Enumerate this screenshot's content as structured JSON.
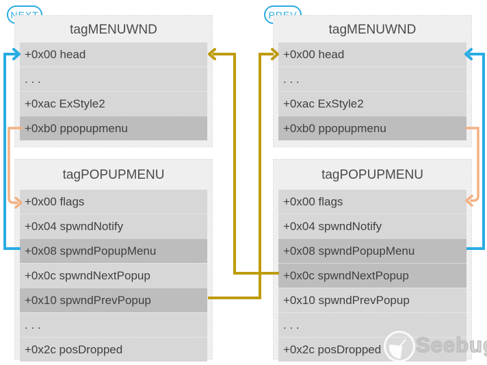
{
  "badges": {
    "next": "NEXT",
    "prev": "PREV"
  },
  "columns": {
    "next": {
      "menuwnd": {
        "title": "tagMENUWND",
        "rows": [
          {
            "text": "+0x00 head",
            "highlighted": false
          },
          {
            "text": ". . .",
            "highlighted": false
          },
          {
            "text": "+0xac ExStyle2",
            "highlighted": false
          },
          {
            "text": "+0xb0 ppopupmenu",
            "highlighted": true
          }
        ]
      },
      "popupmenu": {
        "title": "tagPOPUPMENU",
        "rows": [
          {
            "text": "+0x00 flags",
            "highlighted": false
          },
          {
            "text": "+0x04 spwndNotify",
            "highlighted": false
          },
          {
            "text": "+0x08 spwndPopupMenu",
            "highlighted": true
          },
          {
            "text": "+0x0c spwndNextPopup",
            "highlighted": false
          },
          {
            "text": "+0x10 spwndPrevPopup",
            "highlighted": true
          },
          {
            "text": ". . .",
            "highlighted": false
          },
          {
            "text": "+0x2c posDropped",
            "highlighted": false
          }
        ]
      }
    },
    "prev": {
      "menuwnd": {
        "title": "tagMENUWND",
        "rows": [
          {
            "text": "+0x00 head",
            "highlighted": false
          },
          {
            "text": ". . .",
            "highlighted": false
          },
          {
            "text": "+0xac ExStyle2",
            "highlighted": false
          },
          {
            "text": "+0xb0 ppopupmenu",
            "highlighted": true
          }
        ]
      },
      "popupmenu": {
        "title": "tagPOPUPMENU",
        "rows": [
          {
            "text": "+0x00 flags",
            "highlighted": false
          },
          {
            "text": "+0x04 spwndNotify",
            "highlighted": false
          },
          {
            "text": "+0x08 spwndPopupMenu",
            "highlighted": true
          },
          {
            "text": "+0x0c spwndNextPopup",
            "highlighted": true
          },
          {
            "text": "+0x10 spwndPrevPopup",
            "highlighted": false
          },
          {
            "text": ". . .",
            "highlighted": false
          },
          {
            "text": "+0x2c posDropped",
            "highlighted": false
          }
        ]
      }
    }
  },
  "connectors": [
    {
      "id": "next-spwndPopupMenu-to-next-head",
      "color": "#29abe2"
    },
    {
      "id": "next-ppopupmenu-to-next-flags",
      "color": "#f3b183"
    },
    {
      "id": "prev-spwndNextPopup-to-next-head",
      "color": "#bf9b0c"
    },
    {
      "id": "next-spwndPrevPopup-to-prev-head",
      "color": "#bf9b0c"
    },
    {
      "id": "prev-spwndPopupMenu-to-prev-head",
      "color": "#29abe2"
    },
    {
      "id": "prev-ppopupmenu-to-prev-flags",
      "color": "#f3b183"
    }
  ],
  "colors": {
    "accent_blue": "#29abe2",
    "accent_gold": "#bf9b0c",
    "accent_orange": "#f3b183",
    "box_bg": "#efefef",
    "row_bg": "#d7d7d7",
    "row_bg_highlight": "#bdbdbd",
    "text": "#3f3f3f"
  },
  "watermark": {
    "text": "Seebug"
  }
}
